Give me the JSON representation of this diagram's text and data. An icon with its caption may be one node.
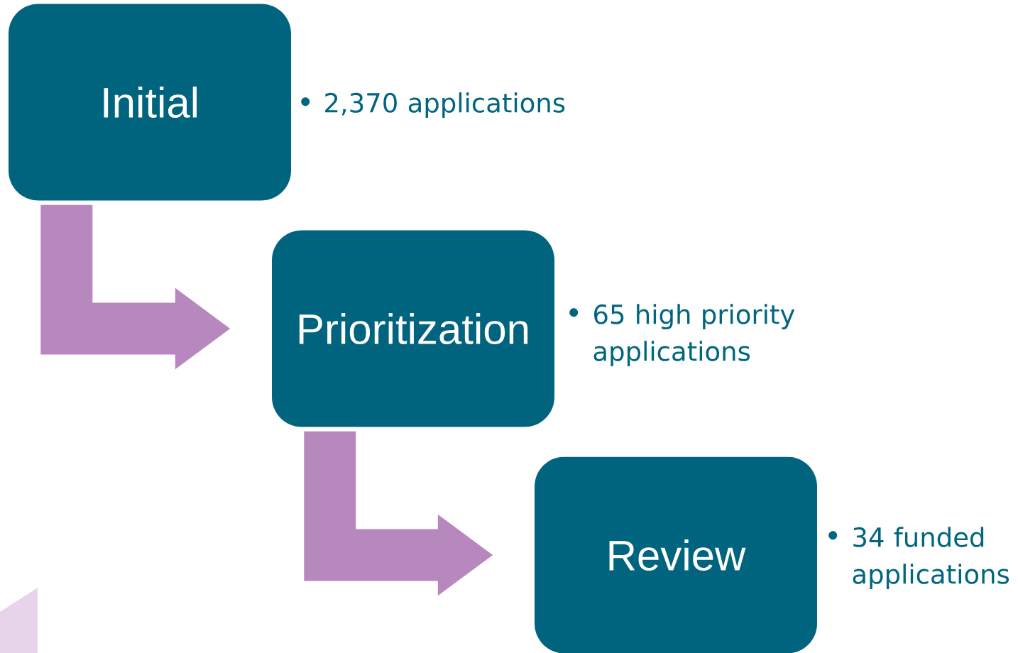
{
  "diagram": {
    "nodes": [
      {
        "text": [
          "Initial"
        ],
        "beside": [
          "2,370 applications"
        ]
      },
      {
        "text": [
          "Prioritization"
        ],
        "beside": [
          "65 high priority applications"
        ]
      },
      {
        "text": [
          "Review"
        ],
        "beside": [
          "34 funded applications"
        ]
      }
    ],
    "edges": [
      {
        "from": 0,
        "to": 1,
        "arrow": "to"
      },
      {
        "from": 1,
        "to": 2,
        "arrow": "to"
      }
    ]
  }
}
